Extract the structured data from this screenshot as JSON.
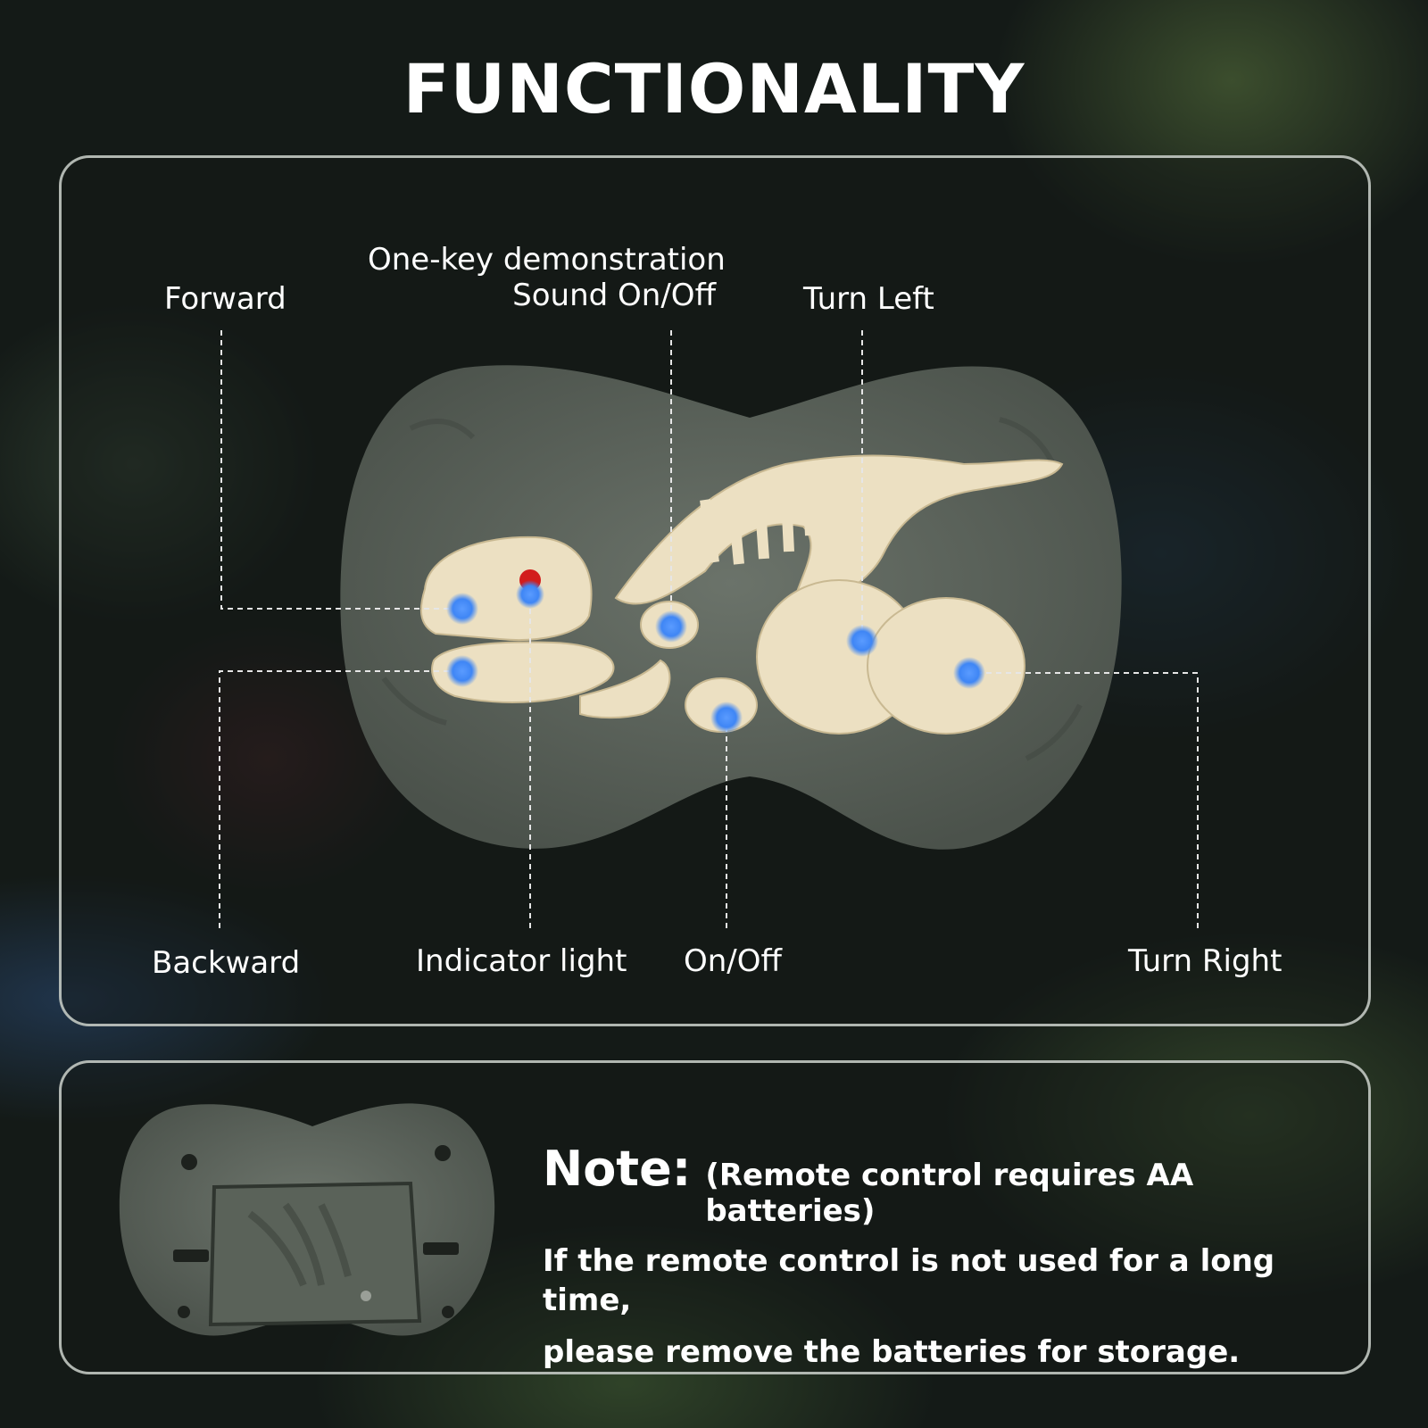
{
  "title": "FUNCTIONALITY",
  "labels": {
    "forward": "Forward",
    "one_key_demo": "One-key demonstration",
    "sound": "Sound On/Off",
    "turn_left": "Turn Left",
    "backward": "Backward",
    "indicator_light": "Indicator light",
    "on_off": "On/Off",
    "turn_right": "Turn Right"
  },
  "note": {
    "title": "Note:",
    "subtitle": "(Remote control requires AA batteries)",
    "line1": "If the remote control is not used for a long time,",
    "line2": "please remove the batteries for storage."
  },
  "colors": {
    "remote_body": "#5d655d",
    "fossil": "#ece0c2",
    "button_dot": "#3f86f5",
    "indicator_led": "#d21c1c"
  }
}
